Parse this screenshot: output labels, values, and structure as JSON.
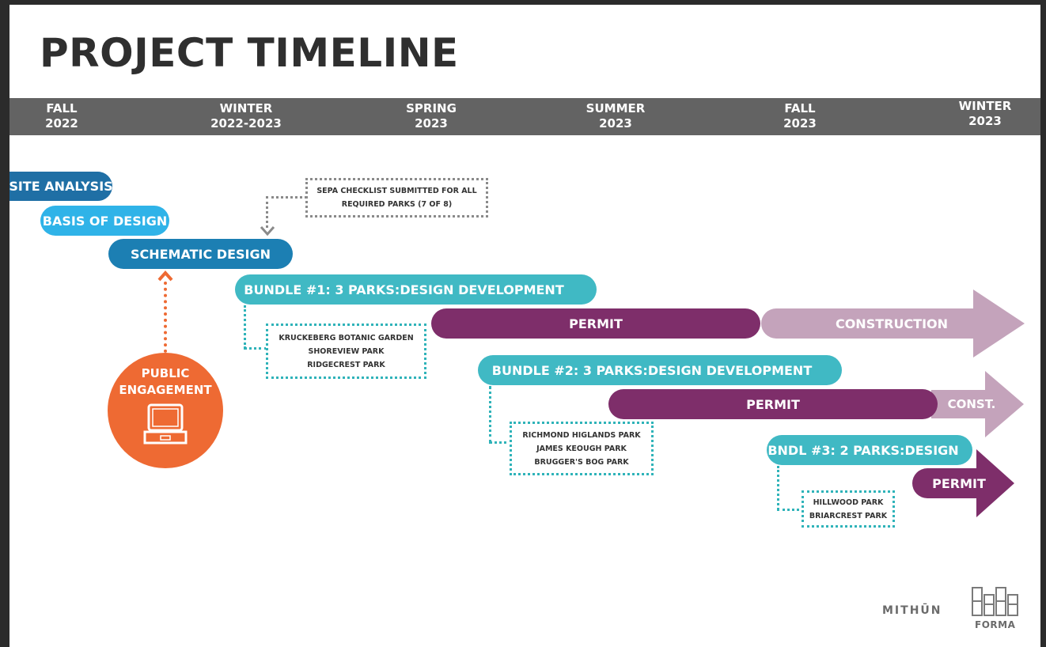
{
  "title": "PROJECT TIMELINE",
  "seasons": [
    {
      "name": "FALL",
      "year": "2022"
    },
    {
      "name": "WINTER",
      "year": "2022-2023"
    },
    {
      "name": "SPRING",
      "year": "2023"
    },
    {
      "name": "SUMMER",
      "year": "2023"
    },
    {
      "name": "FALL",
      "year": "2023"
    },
    {
      "name": "WINTER",
      "year": "2023"
    }
  ],
  "phases": {
    "site_analysis": "SITE ANALYSIS",
    "basis_of_design": "BASIS OF DESIGN",
    "schematic_design": "SCHEMATIC DESIGN",
    "bundle1": "BUNDLE #1: 3 PARKS:DESIGN DEVELOPMENT",
    "bundle1_permit": "PERMIT",
    "bundle1_construction": "CONSTRUCTION",
    "bundle2": "BUNDLE #2: 3 PARKS:DESIGN DEVELOPMENT",
    "bundle2_permit": "PERMIT",
    "bundle2_construction": "CONST.",
    "bundle3": "BNDL #3: 2 PARKS:DESIGN",
    "bundle3_permit": "PERMIT"
  },
  "sepa_note": {
    "line1": "SEPA CHECKLIST SUBMITTED FOR ALL",
    "line2": "REQUIRED PARKS (7 OF 8)"
  },
  "public_engagement": {
    "line1": "PUBLIC",
    "line2": "ENGAGEMENT"
  },
  "bundle1_parks": [
    "KRUCKEBERG BOTANIC GARDEN",
    "SHOREVIEW PARK",
    "RIDGECREST PARK"
  ],
  "bundle2_parks": [
    "RICHMOND HIGLANDS PARK",
    "JAMES KEOUGH PARK",
    "BRUGGER'S BOG PARK"
  ],
  "bundle3_parks": [
    "HILLWOOD PARK",
    "BRIARCREST PARK"
  ],
  "logos": {
    "mithun": "MITHŪN",
    "forma": "FORMA"
  },
  "colors": {
    "dark_blue": "#1f6fa5",
    "light_blue": "#2fb3e8",
    "mid_blue": "#1c7fb3",
    "teal": "#40b9c4",
    "purple": "#7e2e6a",
    "light_purple": "#c4a3bb",
    "orange": "#ee6a33",
    "header_gray": "#636363"
  }
}
